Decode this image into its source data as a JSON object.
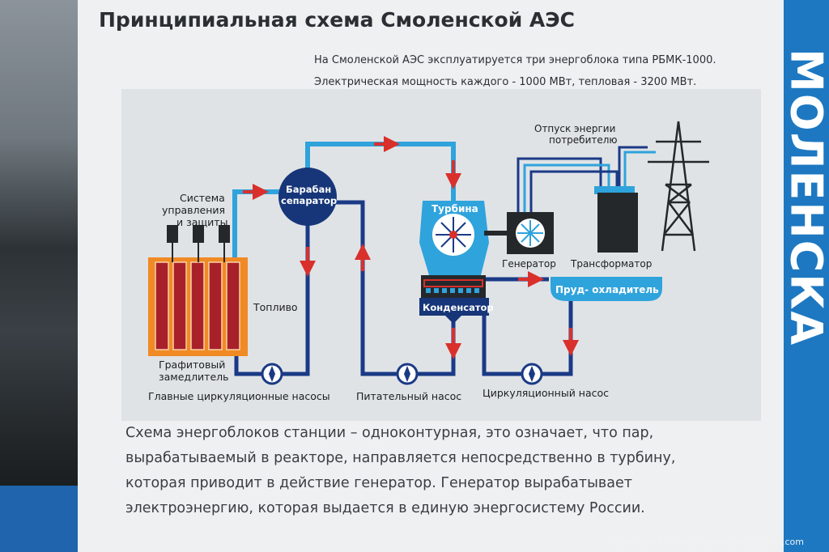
{
  "header": {
    "title": "Принципиальная схема Смоленской АЭС",
    "subtitle_line1": "На Смоленской АЭС эксплуатируется три энергоблока типа РБМК-1000.",
    "subtitle_line2": "Электрическая мощность каждого - 1000 МВт,  тепловая - 3200 МВт."
  },
  "side_band": {
    "text": "МОЛЕНСКА"
  },
  "diagram": {
    "control_system_label": [
      "Система",
      "управления",
      "и защиты"
    ],
    "fuel_label": "Топливо",
    "moderator_label": [
      "Графитовый",
      "замедлитель"
    ],
    "drum_label": [
      "Барабан",
      "сепаратор"
    ],
    "turbine_label": "Турбина",
    "generator_label": "Генератор",
    "transformer_label": "Трансформатор",
    "energy_out_label": [
      "Отпуск энергии",
      "потребителю"
    ],
    "pond_label": "Пруд- охладитель",
    "condenser_label": "Конденсатор",
    "main_pumps_label": "Главные циркуляционные насосы",
    "feed_pump_label": "Питательный насос",
    "circ_pump_label": "Циркуляционный насос"
  },
  "description": {
    "line1": "Схема энергоблоков станции – одноконтурная, это означает, что пар,",
    "line2": "вырабатываемый в реакторе, направляется непосредственно в турбину,",
    "line3": "которая приводит в действие генератор. Генератор вырабатывает",
    "line4": "электроэнергию, которая выдается в единую энергосистему России."
  },
  "credit": "Дмитрий Рогачёв | dmrog.livejournal.com",
  "colors": {
    "steam": "#2fa3dc",
    "water": "#1a3a86",
    "arrow": "#d9302c",
    "reactor": "#f08a24",
    "band": "#1d78c1",
    "dark_unit": "#25282b"
  }
}
